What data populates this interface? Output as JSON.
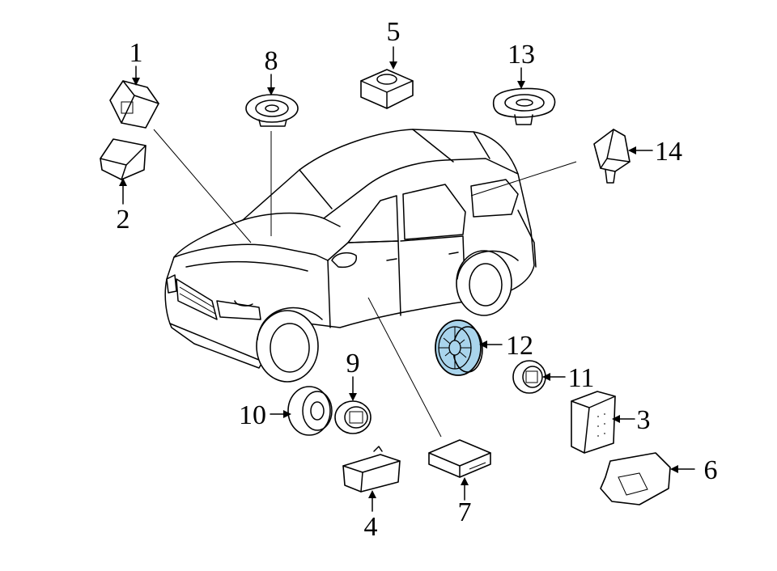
{
  "diagram": {
    "highlight_color": "#a9d4ec",
    "labels": {
      "c1": "1",
      "c2": "2",
      "c3": "3",
      "c4": "4",
      "c5": "5",
      "c6": "6",
      "c7": "7",
      "c8": "8",
      "c9": "9",
      "c10": "10",
      "c11": "11",
      "c12": "12",
      "c13": "13",
      "c14": "14"
    }
  }
}
